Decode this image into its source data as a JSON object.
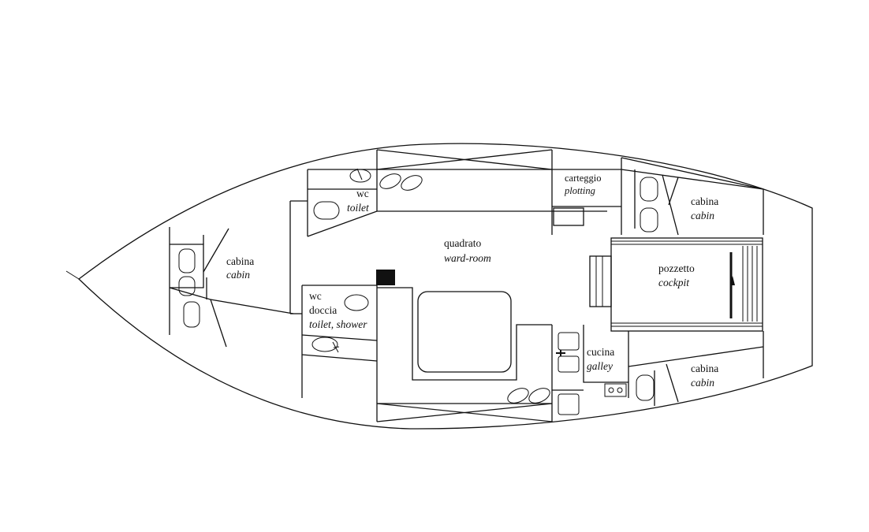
{
  "rooms": {
    "bow_cabin": {
      "name": "cabina",
      "translation": "cabin"
    },
    "toilet": {
      "name": "wc",
      "translation": "toilet"
    },
    "toilet_shower": {
      "name_line1": "wc",
      "name_line2": "doccia",
      "translation": "toilet, shower"
    },
    "saloon": {
      "name": "quadrato",
      "translation": "ward-room"
    },
    "chart_table": {
      "name": "carteggio",
      "translation": "plotting"
    },
    "galley": {
      "name": "cucina",
      "translation": "galley"
    },
    "cockpit": {
      "name": "pozzetto",
      "translation": "cockpit"
    },
    "aft_cabin_port": {
      "name": "cabina",
      "translation": "cabin"
    },
    "aft_cabin_starboard": {
      "name": "cabina",
      "translation": "cabin"
    }
  },
  "colors": {
    "line": "#111111",
    "background": "#ffffff"
  }
}
